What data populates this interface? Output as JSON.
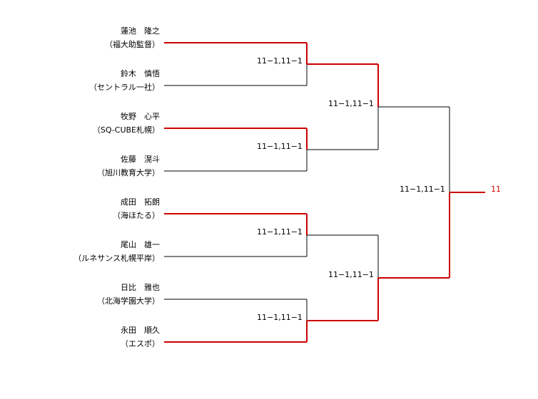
{
  "colors": {
    "winner_line": "#cc0000",
    "loser_line": "#000000",
    "text": "#000000",
    "final_text": "#cc0000"
  },
  "players": [
    {
      "name": "蓮池　隆之",
      "affiliation": "（福大助監督）",
      "winner": true
    },
    {
      "name": "鈴木　慎悟",
      "affiliation": "（セントラル一社）",
      "winner": false
    },
    {
      "name": "牧野　心平",
      "affiliation": "（SQ-CUBE札幌）",
      "winner": true
    },
    {
      "name": "佐藤　滉斗",
      "affiliation": "（旭川教育大学）",
      "winner": false
    },
    {
      "name": "成田　拓朗",
      "affiliation": "（海ほたる）",
      "winner": true
    },
    {
      "name": "尾山　雄一",
      "affiliation": "（ルネサンス札幌平岸）",
      "winner": false
    },
    {
      "name": "日比　雅也",
      "affiliation": "（北海学園大学）",
      "winner": false
    },
    {
      "name": "永田　順久",
      "affiliation": "（エスポ）",
      "winner": true
    }
  ],
  "round1_scores": [
    "11−1,11−1",
    "11−1,11−1",
    "11−1,11−1",
    "11−1,11−1"
  ],
  "round2_scores": [
    "11−1,11−1",
    "11−1,11−1"
  ],
  "final_score": "11−1,11−1",
  "final_winner_label": "11",
  "round1_winner_top": [
    true,
    true,
    true,
    false
  ],
  "round2_winner_top": [
    true,
    false
  ],
  "final_winner_top": false
}
